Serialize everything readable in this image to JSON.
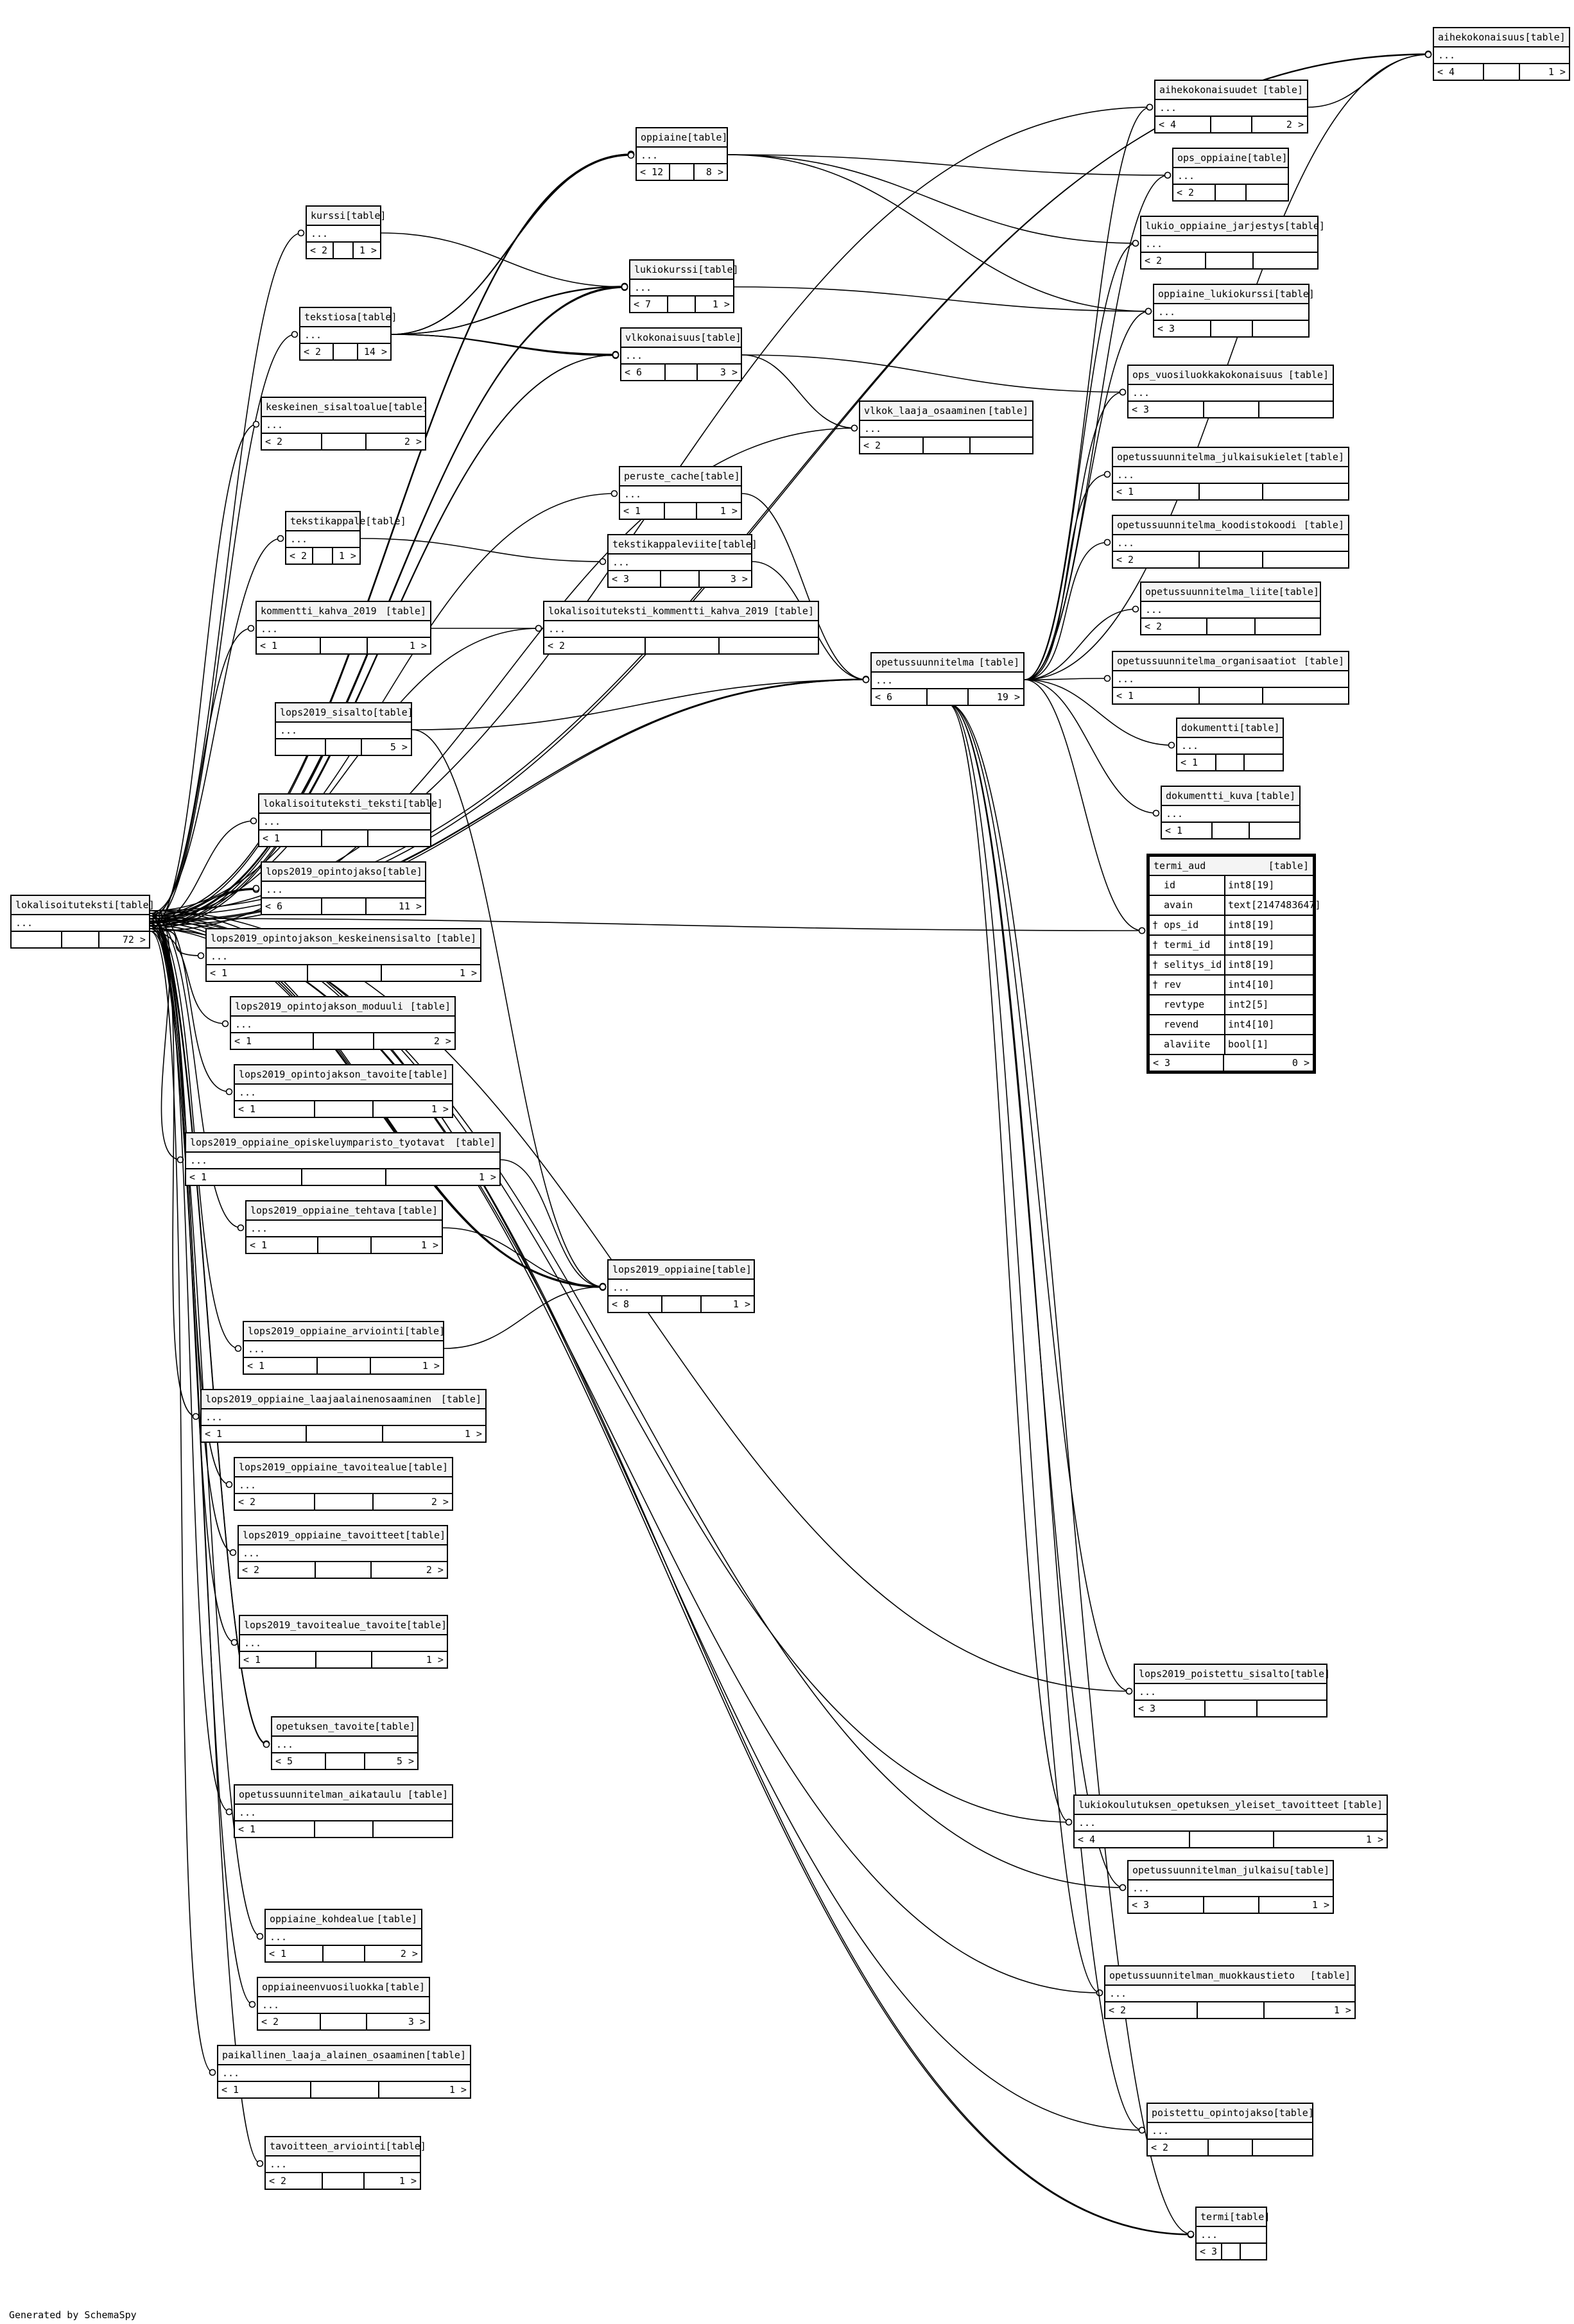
{
  "footer": "Generated by SchemaSpy",
  "tag": "[table]",
  "dots": "...",
  "main_table": {
    "name": "termi_aud",
    "columns": [
      {
        "key": "",
        "name": "id",
        "type": "int8[19]"
      },
      {
        "key": "",
        "name": "avain",
        "type": "text[2147483647]"
      },
      {
        "key": "†",
        "name": "ops_id",
        "type": "int8[19]"
      },
      {
        "key": "†",
        "name": "termi_id",
        "type": "int8[19]"
      },
      {
        "key": "†",
        "name": "selitys_id",
        "type": "int8[19]"
      },
      {
        "key": "†",
        "name": "rev",
        "type": "int4[10]"
      },
      {
        "key": "",
        "name": "revtype",
        "type": "int2[5]"
      },
      {
        "key": "",
        "name": "revend",
        "type": "int4[10]"
      },
      {
        "key": "",
        "name": "alaviite",
        "type": "bool[1]"
      }
    ],
    "parents": "< 3",
    "children": "0 >"
  },
  "tables": [
    {
      "name": "aihekokonaisuus",
      "parents": "< 4",
      "children": "1 >"
    },
    {
      "name": "aihekokonaisuudet",
      "parents": "< 4",
      "children": "2 >"
    },
    {
      "name": "oppiaine",
      "parents": "< 12",
      "children": "8 >"
    },
    {
      "name": "ops_oppiaine",
      "parents": "< 2",
      "children": ""
    },
    {
      "name": "kurssi",
      "parents": "< 2",
      "children": "1 >"
    },
    {
      "name": "lukio_oppiaine_jarjestys",
      "parents": "< 2",
      "children": ""
    },
    {
      "name": "lukiokurssi",
      "parents": "< 7",
      "children": "1 >"
    },
    {
      "name": "oppiaine_lukiokurssi",
      "parents": "< 3",
      "children": ""
    },
    {
      "name": "tekstiosa",
      "parents": "< 2",
      "children": "14 >"
    },
    {
      "name": "vlkokonaisuus",
      "parents": "< 6",
      "children": "3 >"
    },
    {
      "name": "ops_vuosiluokkakokonaisuus",
      "parents": "< 3",
      "children": ""
    },
    {
      "name": "keskeinen_sisaltoalue",
      "parents": "< 2",
      "children": "2 >"
    },
    {
      "name": "vlkok_laaja_osaaminen",
      "parents": "< 2",
      "children": ""
    },
    {
      "name": "opetussuunnitelma_julkaisukielet",
      "parents": "< 1",
      "children": ""
    },
    {
      "name": "peruste_cache",
      "parents": "< 1",
      "children": "1 >"
    },
    {
      "name": "tekstikappale",
      "parents": "< 2",
      "children": "1 >"
    },
    {
      "name": "opetussuunnitelma_koodistokoodi",
      "parents": "< 2",
      "children": ""
    },
    {
      "name": "tekstikappaleviite",
      "parents": "< 3",
      "children": "3 >"
    },
    {
      "name": "opetussuunnitelma_liite",
      "parents": "< 2",
      "children": ""
    },
    {
      "name": "kommentti_kahva_2019",
      "parents": "< 1",
      "children": "1 >"
    },
    {
      "name": "lokalisoituteksti_kommentti_kahva_2019",
      "parents": "< 2",
      "children": ""
    },
    {
      "name": "opetussuunnitelma",
      "parents": "< 6",
      "children": "19 >"
    },
    {
      "name": "opetussuunnitelma_organisaatiot",
      "parents": "< 1",
      "children": ""
    },
    {
      "name": "lops2019_sisalto",
      "parents": "",
      "children": "5 >"
    },
    {
      "name": "dokumentti",
      "parents": "< 1",
      "children": ""
    },
    {
      "name": "dokumentti_kuva",
      "parents": "< 1",
      "children": ""
    },
    {
      "name": "lokalisoituteksti_teksti",
      "parents": "< 1",
      "children": ""
    },
    {
      "name": "lops2019_opintojakso",
      "parents": "< 6",
      "children": "11 >"
    },
    {
      "name": "lokalisoituteksti",
      "parents": "",
      "children": "72 >"
    },
    {
      "name": "lops2019_opintojakson_keskeinensisalto",
      "parents": "< 1",
      "children": "1 >"
    },
    {
      "name": "lops2019_opintojakson_moduuli",
      "parents": "< 1",
      "children": "2 >"
    },
    {
      "name": "lops2019_opintojakson_tavoite",
      "parents": "< 1",
      "children": "1 >"
    },
    {
      "name": "lops2019_oppiaine_opiskeluymparisto_tyotavat",
      "parents": "< 1",
      "children": "1 >"
    },
    {
      "name": "lops2019_oppiaine_tehtava",
      "parents": "< 1",
      "children": "1 >"
    },
    {
      "name": "lops2019_oppiaine",
      "parents": "< 8",
      "children": "1 >"
    },
    {
      "name": "lops2019_oppiaine_arviointi",
      "parents": "< 1",
      "children": "1 >"
    },
    {
      "name": "lops2019_oppiaine_laajaalainenosaaminen",
      "parents": "< 1",
      "children": "1 >"
    },
    {
      "name": "lops2019_oppiaine_tavoitealue",
      "parents": "< 2",
      "children": "2 >"
    },
    {
      "name": "lops2019_oppiaine_tavoitteet",
      "parents": "< 2",
      "children": "2 >"
    },
    {
      "name": "lops2019_tavoitealue_tavoite",
      "parents": "< 1",
      "children": "1 >"
    },
    {
      "name": "lops2019_poistettu_sisalto",
      "parents": "< 3",
      "children": ""
    },
    {
      "name": "opetuksen_tavoite",
      "parents": "< 5",
      "children": "5 >"
    },
    {
      "name": "opetussuunnitelman_aikataulu",
      "parents": "< 1",
      "children": ""
    },
    {
      "name": "lukiokoulutuksen_opetuksen_yleiset_tavoitteet",
      "parents": "< 4",
      "children": "1 >"
    },
    {
      "name": "opetussuunnitelman_julkaisu",
      "parents": "< 3",
      "children": "1 >"
    },
    {
      "name": "oppiaine_kohdealue",
      "parents": "< 1",
      "children": "2 >"
    },
    {
      "name": "oppiaineenvuosiluokka",
      "parents": "< 2",
      "children": "3 >"
    },
    {
      "name": "opetussuunnitelman_muokkaustieto",
      "parents": "< 2",
      "children": "1 >"
    },
    {
      "name": "paikallinen_laaja_alainen_osaaminen",
      "parents": "< 1",
      "children": "1 >"
    },
    {
      "name": "poistettu_opintojakso",
      "parents": "< 2",
      "children": ""
    },
    {
      "name": "tavoitteen_arviointi",
      "parents": "< 2",
      "children": "1 >"
    },
    {
      "name": "termi",
      "parents": "< 3",
      "children": ""
    }
  ]
}
